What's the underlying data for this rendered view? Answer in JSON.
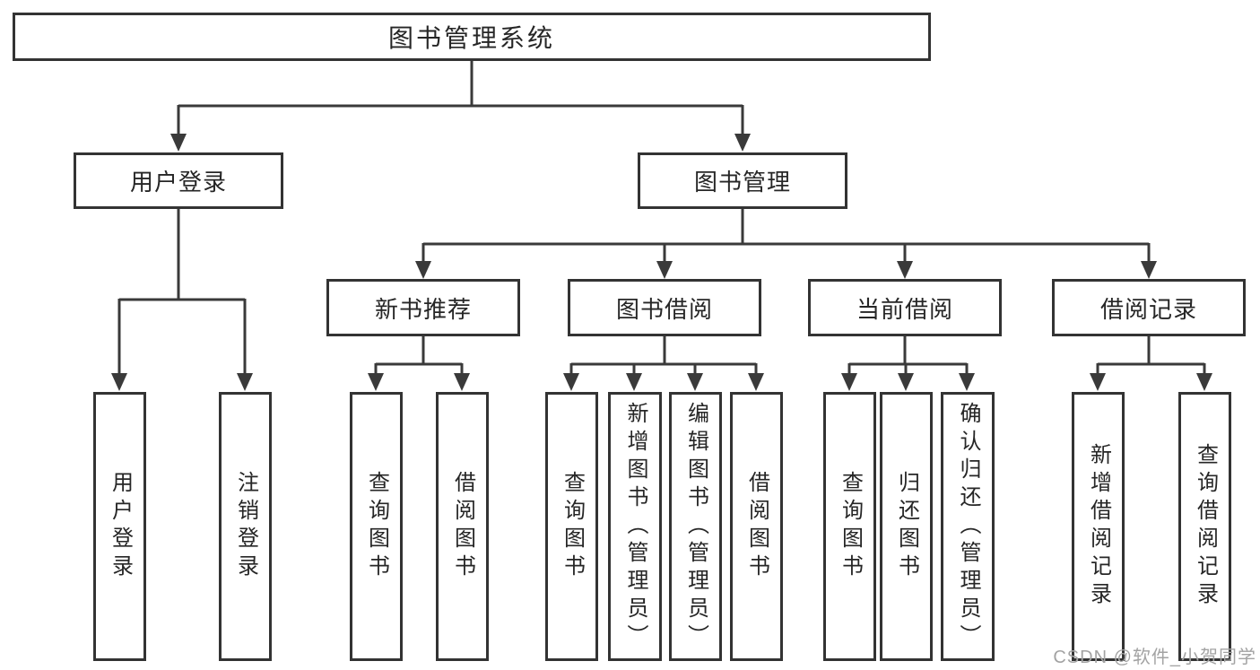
{
  "diagram": {
    "root": "图书管理系统",
    "branches": [
      {
        "label": "用户登录",
        "children": [
          "用户登录",
          "注销登录"
        ]
      },
      {
        "label": "图书管理",
        "children": [
          {
            "label": "新书推荐",
            "children": [
              "查询图书",
              "借阅图书"
            ]
          },
          {
            "label": "图书借阅",
            "children": [
              "查询图书",
              "新增图书（管理员）",
              "编辑图书（管理员）",
              "借阅图书"
            ]
          },
          {
            "label": "当前借阅",
            "children": [
              "查询图书",
              "归还图书",
              "确认归还（管理员）"
            ]
          },
          {
            "label": "借阅记录",
            "children": [
              "新增借阅记录",
              "查询借阅记录"
            ]
          }
        ]
      }
    ]
  },
  "watermark": {
    "text": "CSDN @软件_小贺同学"
  },
  "colors": {
    "line": "#3a3a3a",
    "box_border": "#333333",
    "text": "#262626",
    "watermark": "#a3a3a3",
    "background": "#ffffff"
  }
}
